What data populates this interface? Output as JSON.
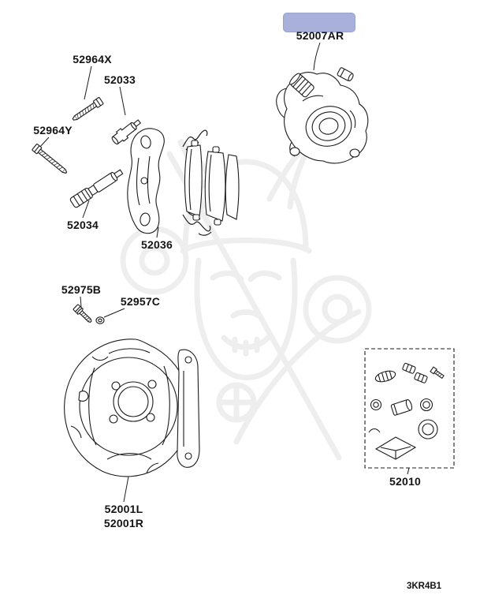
{
  "page": {
    "footer_code": "3KR4B1",
    "highlight_color": "#a9b1da"
  },
  "parts": {
    "p52964X": {
      "label": "52964X",
      "drawing": "guide-pin-bolt"
    },
    "p52033": {
      "label": "52033",
      "drawing": "guide-sleeve"
    },
    "p52964Y": {
      "label": "52964Y",
      "drawing": "lock-pin-bolt"
    },
    "p52034": {
      "label": "52034",
      "drawing": "pin-boot-sleeve"
    },
    "p52036": {
      "label": "52036",
      "drawing": "caliper-support-bracket"
    },
    "p52007AR": {
      "label": "52007AR",
      "drawing": "brake-caliper-assembly",
      "highlighted": true
    },
    "p52975B": {
      "label": "52975B",
      "drawing": "small-bolt"
    },
    "p52957C": {
      "label": "52957C",
      "drawing": "washer"
    },
    "p52001L": {
      "label": "52001L",
      "drawing": "brake-backing-plate"
    },
    "p52001R": {
      "label": "52001R",
      "drawing": "brake-backing-plate"
    },
    "p52010": {
      "label": "52010",
      "drawing": "caliper-seal-repair-kit"
    }
  }
}
